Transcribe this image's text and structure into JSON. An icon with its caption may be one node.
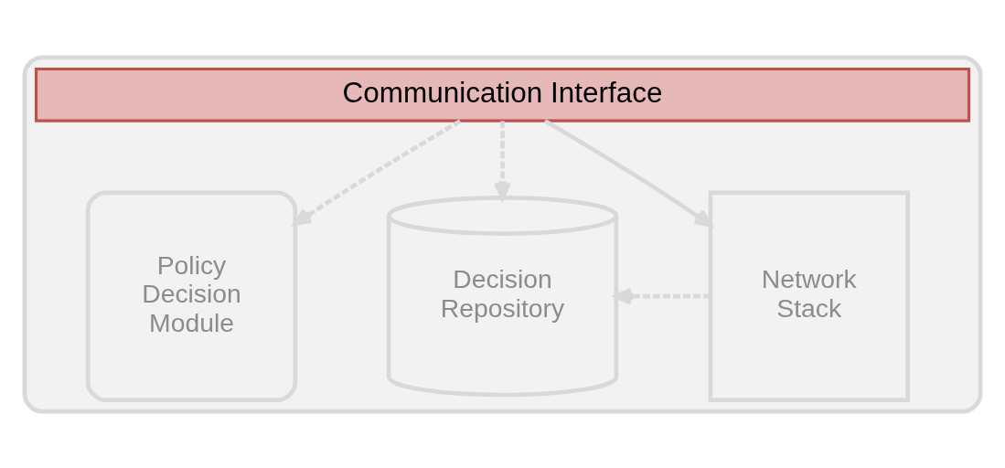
{
  "diagram": {
    "nodes": [
      {
        "text": [],
        "shape": "box"
      },
      {
        "text": [
          "Communication Interface"
        ],
        "in": 0
      },
      {
        "text": [
          "Policy Decision Module"
        ],
        "in": 0
      },
      {
        "text": [
          "Decision Repository"
        ],
        "in": 0
      },
      {
        "text": [
          "Network Stack"
        ],
        "in": 0
      }
    ],
    "edges": [
      {
        "from": 1,
        "to": 2,
        "arrow": "to",
        "style": "dashed"
      },
      {
        "from": 1,
        "to": 3,
        "arrow": "to",
        "style": "dashed"
      },
      {
        "from": 1,
        "to": 4,
        "arrow": "to"
      },
      {
        "from": 4,
        "to": 3,
        "arrow": "to",
        "style": "dashed"
      }
    ]
  }
}
